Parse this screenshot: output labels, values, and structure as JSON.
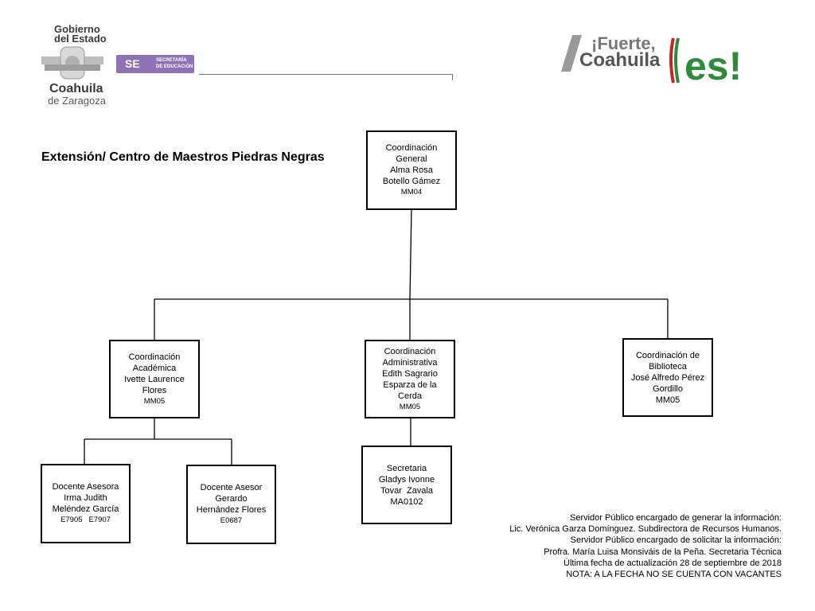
{
  "header": {
    "gobierno_line1": "Gobierno",
    "gobierno_line2": "del Estado",
    "state_name": "Coahuila",
    "state_sub": "de Zaragoza",
    "se_label": "SE",
    "se_sub_line1": "SECRETARÍA",
    "se_sub_line2": "DE EDUCACIÓN",
    "slogan_line1": "¡Fuerte,",
    "slogan_line2": "Coahuila",
    "slogan_es": "es!"
  },
  "title": "Extensión/ Centro de Maestros Piedras Negras",
  "nodes": {
    "general": {
      "lines": [
        "Coordinación",
        "General",
        "Alma Rosa",
        "Botello Gámez"
      ],
      "code": "MM04"
    },
    "academica": {
      "lines": [
        "Coordinación",
        "Académica",
        "Ivette Laurence",
        "Flores"
      ],
      "code": "MM05"
    },
    "administrativa": {
      "lines": [
        "Coordinación",
        "Administrativa",
        "Edith Sagrario",
        "Esparza de la",
        "Cerda"
      ],
      "code": "MM05"
    },
    "biblioteca": {
      "lines": [
        "Coordinación de",
        "Biblioteca",
        "José Alfredo Pérez",
        "Gordillo",
        "MM05"
      ]
    },
    "docente1": {
      "lines": [
        "Docente Asesora",
        "Irma Judith",
        "Meléndez García"
      ],
      "code": "E7905   E7907"
    },
    "docente2": {
      "lines": [
        "Docente Asesor",
        "Gerardo",
        "Hernández Flores"
      ],
      "code": "E0687"
    },
    "secretaria": {
      "lines": [
        "Secretaria",
        "Gladys Ivonne",
        "Tovar  Zavala",
        "MA0102"
      ]
    }
  },
  "footer": {
    "lines": [
      "Servidor Público encargado de generar la información:",
      "Lic. Verónica Garza Domínguez. Subdirectora de Recursos Humanos.",
      "Servidor Público encargado de solicitar la información:",
      "Profra. María Luisa Monsiváis de la Peña. Secretaria Técnica",
      "Última fecha de actualización 28 de septiembre de 2018",
      "NOTA: A LA FECHA NO SE CUENTA CON VACANTES"
    ]
  },
  "colors": {
    "se_purple": "#8e72b4",
    "coahuila_green": "#2e8b3d",
    "coahuila_red": "#c8232c"
  }
}
